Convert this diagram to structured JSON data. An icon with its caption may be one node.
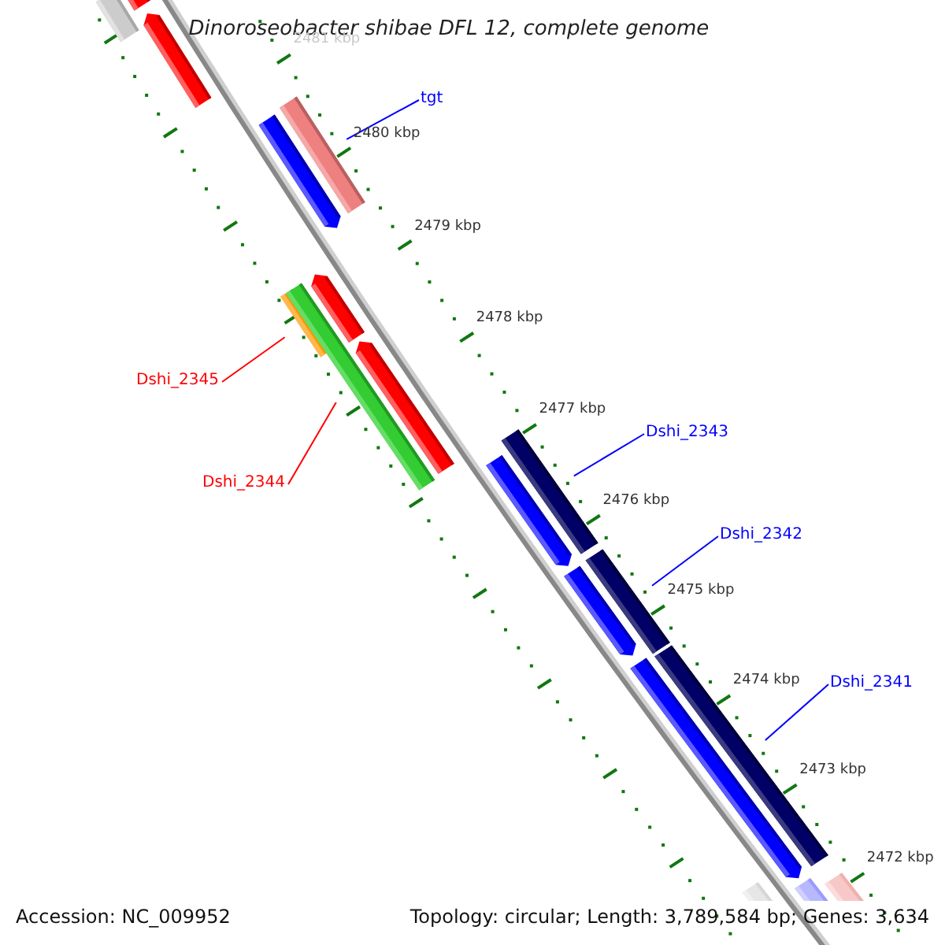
{
  "diagram": {
    "title": "Dinoroseobacter shibae DFL 12, complete genome",
    "nodes": [
      {
        "text": [],
        "shape": "bar"
      },
      {
        "text": [],
        "shape": "bar"
      },
      {
        "text": [],
        "shape": "bar"
      },
      {
        "text": [
          "tgt"
        ]
      },
      {
        "text": [],
        "shape": "bar"
      },
      {
        "text": [],
        "shape": "bar"
      },
      {
        "text": [],
        "shape": "bar"
      },
      {
        "text": [],
        "shape": "bar"
      },
      {
        "text": [],
        "shape": "bar"
      },
      {
        "text": [
          "Dshi_2345"
        ]
      },
      {
        "text": [],
        "shape": "bar"
      },
      {
        "text": [
          "Dshi_2344"
        ]
      },
      {
        "text": [
          "Dshi_2343"
        ]
      },
      {
        "text": [],
        "shape": "bar"
      },
      {
        "text": [],
        "shape": "bar"
      },
      {
        "text": [
          "Dshi_2342"
        ]
      },
      {
        "text": [],
        "shape": "bar"
      },
      {
        "text": [],
        "shape": "bar"
      },
      {
        "text": [
          "Dshi_2341"
        ]
      },
      {
        "text": [],
        "shape": "bar"
      },
      {
        "text": [],
        "shape": "bar"
      },
      {
        "text": [],
        "shape": "bar"
      },
      {
        "text": [],
        "shape": "bar"
      },
      {
        "text": [],
        "shape": "bar"
      }
    ],
    "edges": [
      {
        "from": 3,
        "to": 4,
        "arrow": "none"
      },
      {
        "from": 9,
        "to": 7,
        "arrow": "none",
        "color": "#ff0000"
      },
      {
        "from": 11,
        "to": 8,
        "arrow": "none",
        "color": "#ff0000"
      },
      {
        "from": 12,
        "to": 13,
        "arrow": "none"
      },
      {
        "from": 15,
        "to": 16,
        "arrow": "none"
      },
      {
        "from": 18,
        "to": 19,
        "arrow": "none"
      }
    ],
    "labels": [
      "2481 kbp",
      "2480 kbp",
      "2479 kbp",
      "2478 kbp",
      "2477 kbp",
      "2476 kbp",
      "2475 kbp",
      "2474 kbp",
      "2473 kbp",
      "2472 kbp",
      "Accession: NC_009952",
      "Topology: circular; Length: 3,789,584 bp; Genes: 3,634"
    ]
  }
}
